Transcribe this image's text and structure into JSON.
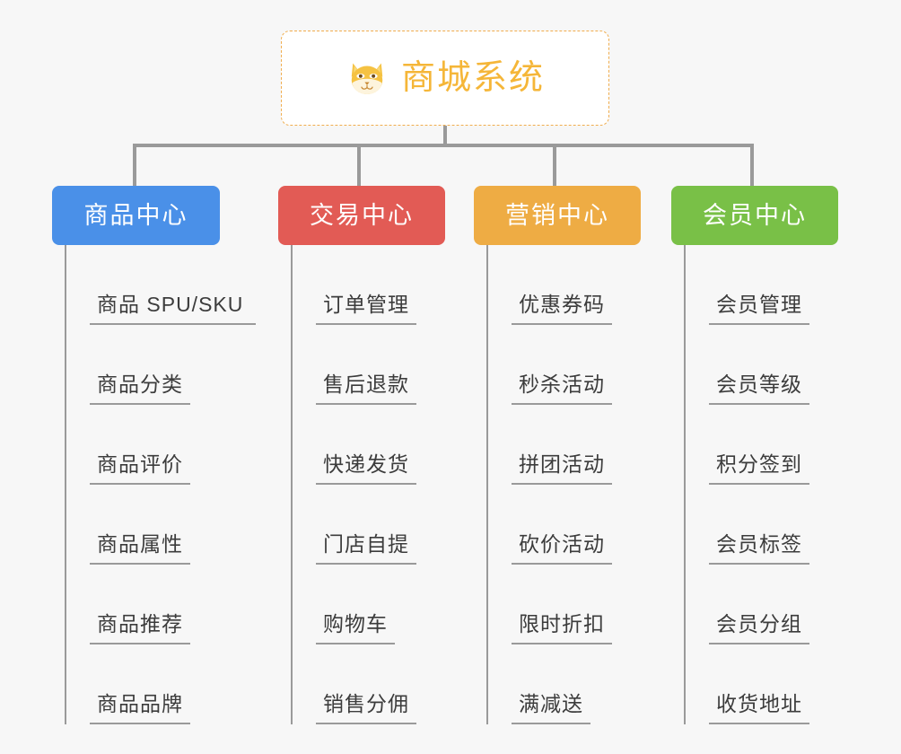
{
  "root": {
    "title": "商城系统",
    "icon": "shiba-dog-emoji",
    "border_color": "#f0ad4e",
    "text_color": "#f5b638",
    "background": "#ffffff"
  },
  "canvas": {
    "background": "#f7f7f7",
    "connector_color": "#9a9a9a"
  },
  "columns": [
    {
      "header": "商品中心",
      "color": "#4a90e8",
      "items": [
        "商品 SPU/SKU",
        "商品分类",
        "商品评价",
        "商品属性",
        "商品推荐",
        "商品品牌"
      ]
    },
    {
      "header": "交易中心",
      "color": "#e25b55",
      "items": [
        "订单管理",
        "售后退款",
        "快递发货",
        "门店自提",
        "购物车",
        "销售分佣"
      ]
    },
    {
      "header": "营销中心",
      "color": "#eeac44",
      "items": [
        "优惠券码",
        "秒杀活动",
        "拼团活动",
        "砍价活动",
        "限时折扣",
        "满减送"
      ]
    },
    {
      "header": "会员中心",
      "color": "#79c047",
      "items": [
        "会员管理",
        "会员等级",
        "积分签到",
        "会员标签",
        "会员分组",
        "收货地址"
      ]
    }
  ]
}
